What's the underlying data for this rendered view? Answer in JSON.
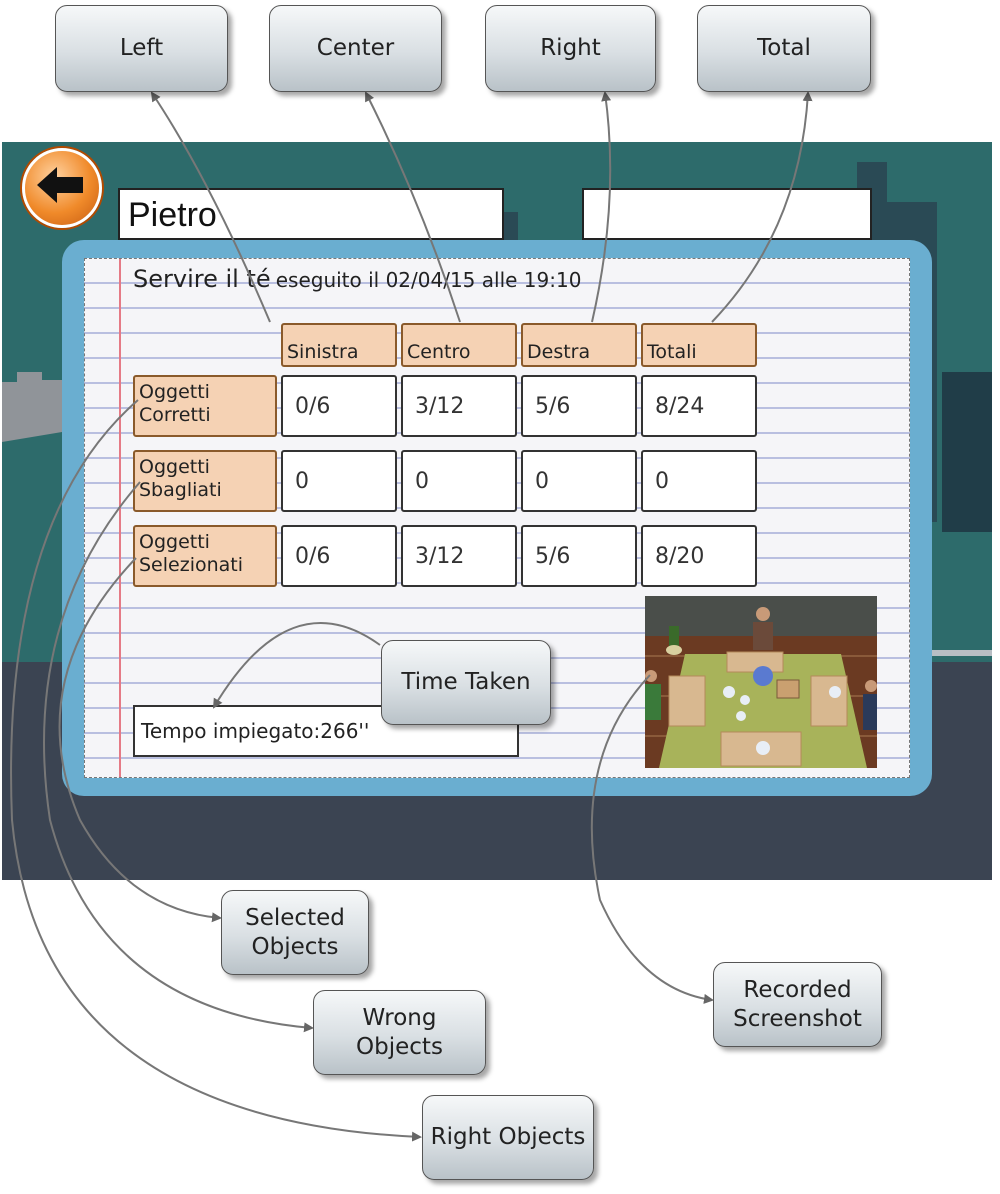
{
  "callouts": {
    "left": "Left",
    "center": "Center",
    "right": "Right",
    "total": "Total",
    "time_taken": "Time Taken",
    "selected_objects": "Selected\nObjects",
    "wrong_objects": "Wrong\nObjects",
    "right_objects": "Right Objects",
    "recorded_screenshot": "Recorded\nScreenshot"
  },
  "app": {
    "back_icon": "back-arrow-icon",
    "patient_name": "Pietro",
    "second_field": "",
    "record_title_activity": "Servire il té",
    "record_title_detail": "eseguito il 02/04/15 alle 19:10",
    "table": {
      "columns": [
        "Sinistra",
        "Centro",
        "Destra",
        "Totali"
      ],
      "rows": [
        {
          "label": "Oggetti\nCorretti",
          "values": [
            "0/6",
            "3/12",
            "5/6",
            "8/24"
          ]
        },
        {
          "label": "Oggetti\nSbagliati",
          "values": [
            "0",
            "0",
            "0",
            "0"
          ]
        },
        {
          "label": "Oggetti\nSelezionati",
          "values": [
            "0/6",
            "3/12",
            "5/6",
            "8/20"
          ]
        }
      ]
    },
    "time_text": "Tempo impiegato:266''"
  },
  "colors": {
    "sky": "#2d6b6b",
    "panel": "#6aaed0",
    "header_fill": "#f5d2b4",
    "back_button": "#f08a2a"
  }
}
